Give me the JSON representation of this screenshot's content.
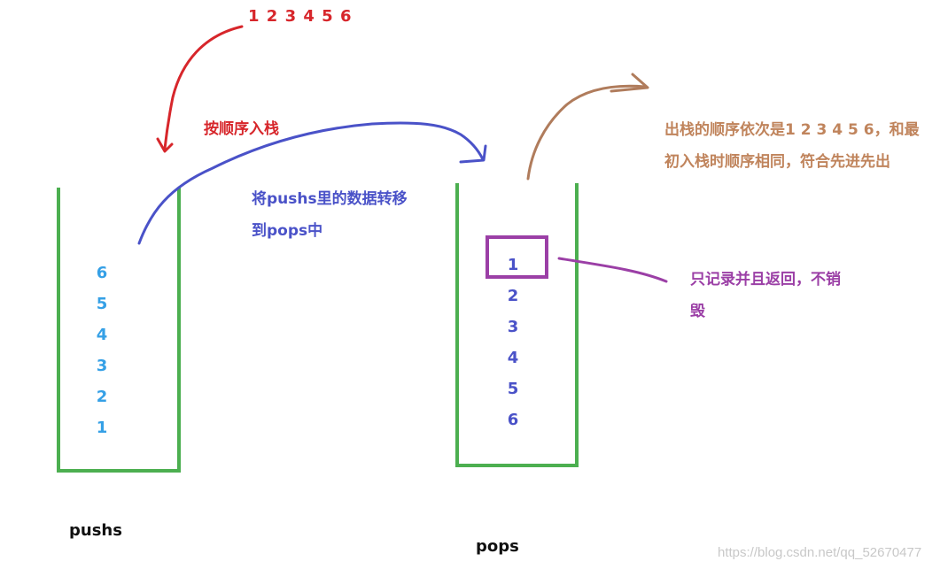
{
  "sequence_text": "1 2 3 4 5 6",
  "push_label": "按顺序入栈",
  "transfer_text": [
    "将pushs里的数据转移",
    "到pops中"
  ],
  "order_text": [
    "出栈的顺序依次是1 2 3 4 5 6，和最",
    "初入栈时顺序相同，符合先进先出"
  ],
  "record_text": [
    "只记录并且返回，不销",
    "毁"
  ],
  "pushs": {
    "name": "pushs",
    "items": [
      "6",
      "5",
      "4",
      "3",
      "2",
      "1"
    ]
  },
  "pops": {
    "name": "pops",
    "items": [
      "1",
      "2",
      "3",
      "4",
      "5",
      "6"
    ]
  },
  "watermark": "https://blog.csdn.net/qq_52670477",
  "colors": {
    "stack": "#4caf50",
    "push_arrow": "#d7262b",
    "transfer_arrow": "#4a52c8",
    "pop_arrow": "#b07c5c",
    "highlight": "#9b3fa6",
    "pushs_numbers": "#35a0e6",
    "pops_numbers": "#4a52c8"
  }
}
